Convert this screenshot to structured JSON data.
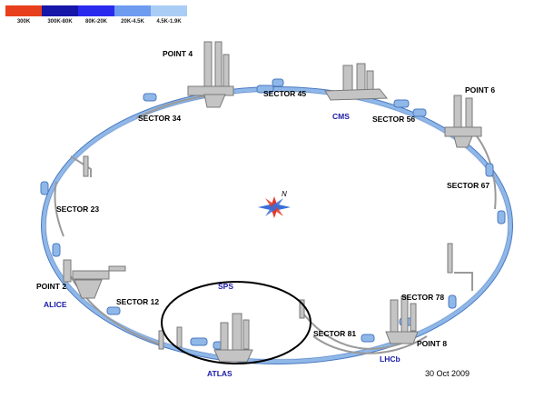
{
  "legend": [
    {
      "label": "300K",
      "color": "#e8401c"
    },
    {
      "label": "300K-80K",
      "color": "#1616a8"
    },
    {
      "label": "80K-20K",
      "color": "#2a2aee"
    },
    {
      "label": "20K-4.5K",
      "color": "#6d9bf0"
    },
    {
      "label": "4.5K-1.9K",
      "color": "#a9cdf5"
    }
  ],
  "labels": {
    "point4": "POINT 4",
    "point6": "POINT 6",
    "point2": "POINT 2",
    "point8": "POINT 8",
    "sector45": "SECTOR 45",
    "sector34": "SECTOR 34",
    "sector56": "SECTOR 56",
    "sector67": "SECTOR 67",
    "sector23": "SECTOR 23",
    "sector12": "SECTOR 12",
    "sector81": "SECTOR 81",
    "sector78": "SECTOR 78",
    "cms": "CMS",
    "alice": "ALICE",
    "atlas": "ATLAS",
    "lhcb": "LHCb",
    "sps": "SPS",
    "compass_n": "N",
    "date": "30 Oct 2009"
  },
  "colors": {
    "ring": "#8fb8e8",
    "ring_edge": "#4a78c0",
    "structure": "#bdbdbd",
    "experiment_text": "#1a1aa8",
    "label_text": "#000000"
  }
}
